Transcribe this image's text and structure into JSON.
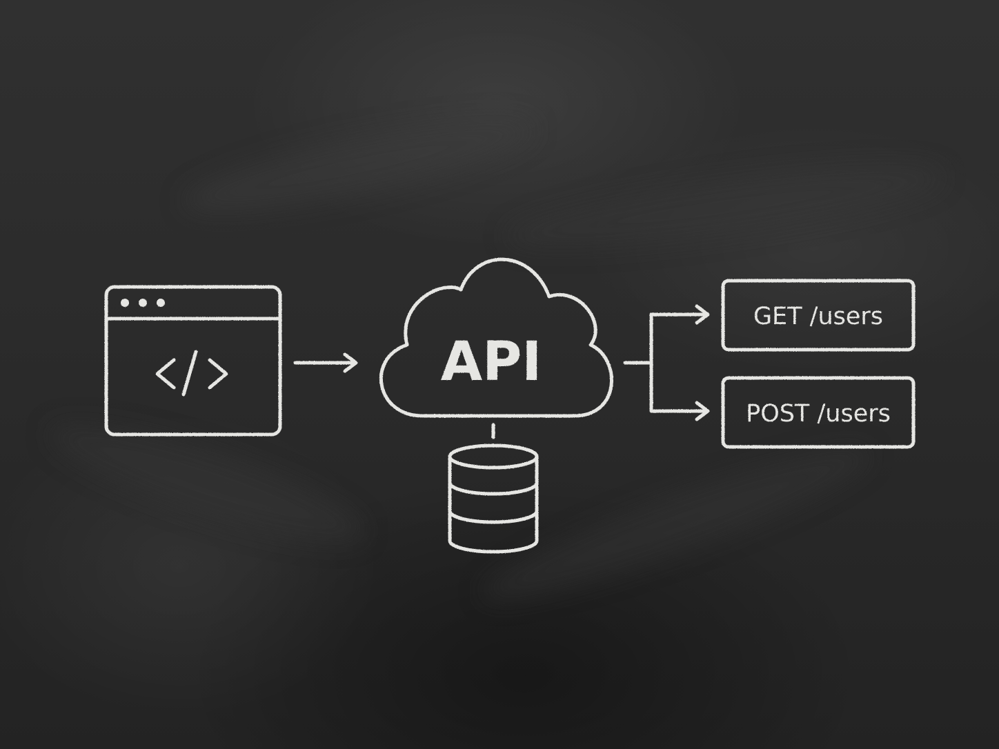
{
  "diagram": {
    "client_icon": "browser-code-window-icon",
    "code_symbol": "</>",
    "api_label": "API",
    "database_icon": "database-cylinder-icon",
    "endpoints": [
      {
        "label": "GET /users"
      },
      {
        "label": "POST /users"
      }
    ]
  },
  "colors": {
    "chalk": "#e6e6e3",
    "board": "#2b2b2b"
  }
}
